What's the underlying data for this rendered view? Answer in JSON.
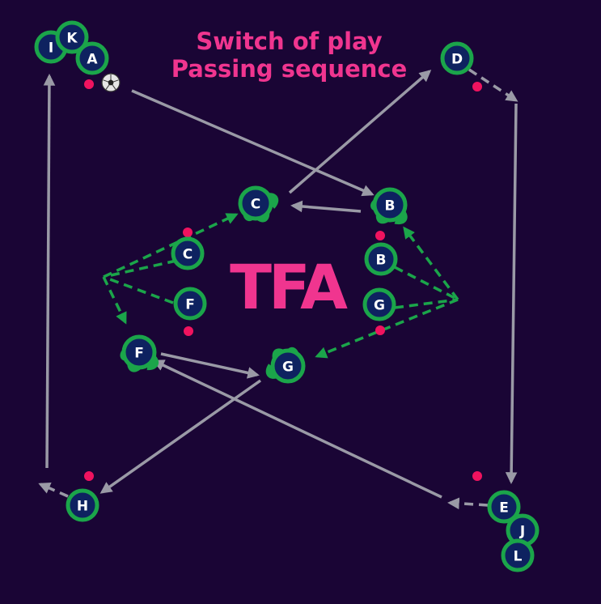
{
  "title": {
    "line1": "Switch of play",
    "line2": "Passing sequence"
  },
  "logo": "TFA",
  "colors": {
    "background": "#1a0535",
    "accent": "#f0358f",
    "player_fill": "#0e2260",
    "player_ring": "#1ba54a",
    "pass_arrow": "#9a9aa6",
    "run_arrow": "#1ba54a",
    "cone": "#f0135f"
  },
  "players": [
    {
      "id": "I",
      "label": "I"
    },
    {
      "id": "K",
      "label": "K"
    },
    {
      "id": "A",
      "label": "A"
    },
    {
      "id": "D",
      "label": "D"
    },
    {
      "id": "C1",
      "label": "C"
    },
    {
      "id": "C2",
      "label": "C"
    },
    {
      "id": "B1",
      "label": "B"
    },
    {
      "id": "B2",
      "label": "B"
    },
    {
      "id": "F1",
      "label": "F"
    },
    {
      "id": "F2",
      "label": "F"
    },
    {
      "id": "G1",
      "label": "G"
    },
    {
      "id": "G2",
      "label": "G"
    },
    {
      "id": "H",
      "label": "H"
    },
    {
      "id": "E",
      "label": "E"
    },
    {
      "id": "J",
      "label": "J"
    },
    {
      "id": "L",
      "label": "L"
    }
  ],
  "ball_icon": "soccer-ball-icon"
}
